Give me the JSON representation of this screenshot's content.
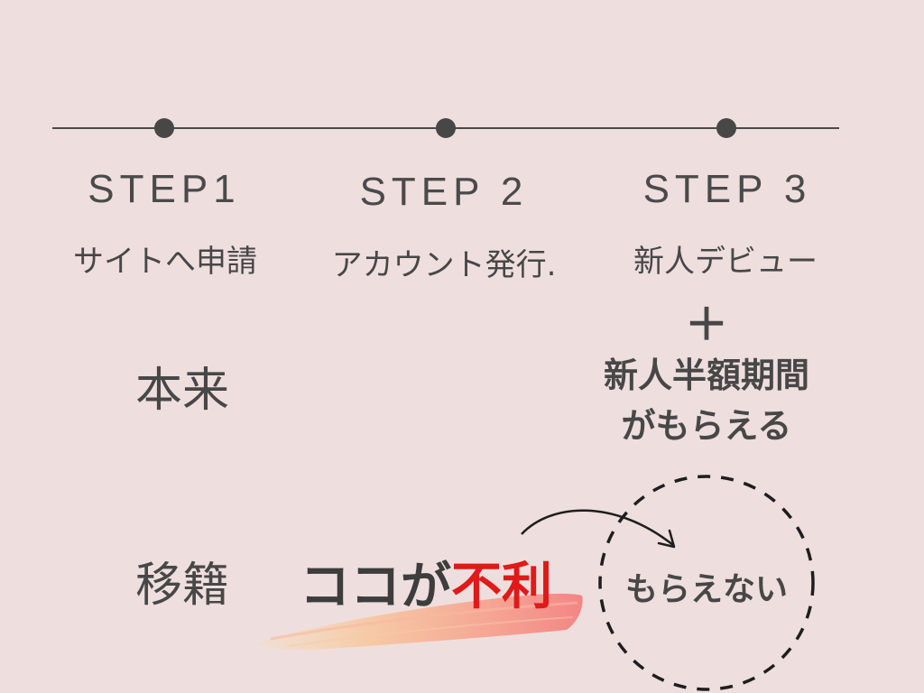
{
  "steps": [
    {
      "label": "STEP1",
      "desc": "サイトへ申請"
    },
    {
      "label": "STEP 2",
      "desc": "アカウント発行."
    },
    {
      "label": "STEP 3",
      "desc": "新人デビュー"
    }
  ],
  "rows": {
    "normal": "本来",
    "transfer": "移籍"
  },
  "plus": "＋",
  "benefit": {
    "line1": "新人半額期間",
    "line2": "がもらえる"
  },
  "disadvantage": {
    "prefix": "ココが",
    "highlight": "不利"
  },
  "not_received": "もらえない",
  "colors": {
    "background": "#efdede",
    "text": "#474747",
    "highlight_red": "#e01919",
    "brush_start": "#f8d9a8",
    "brush_end": "#f48f8f"
  }
}
